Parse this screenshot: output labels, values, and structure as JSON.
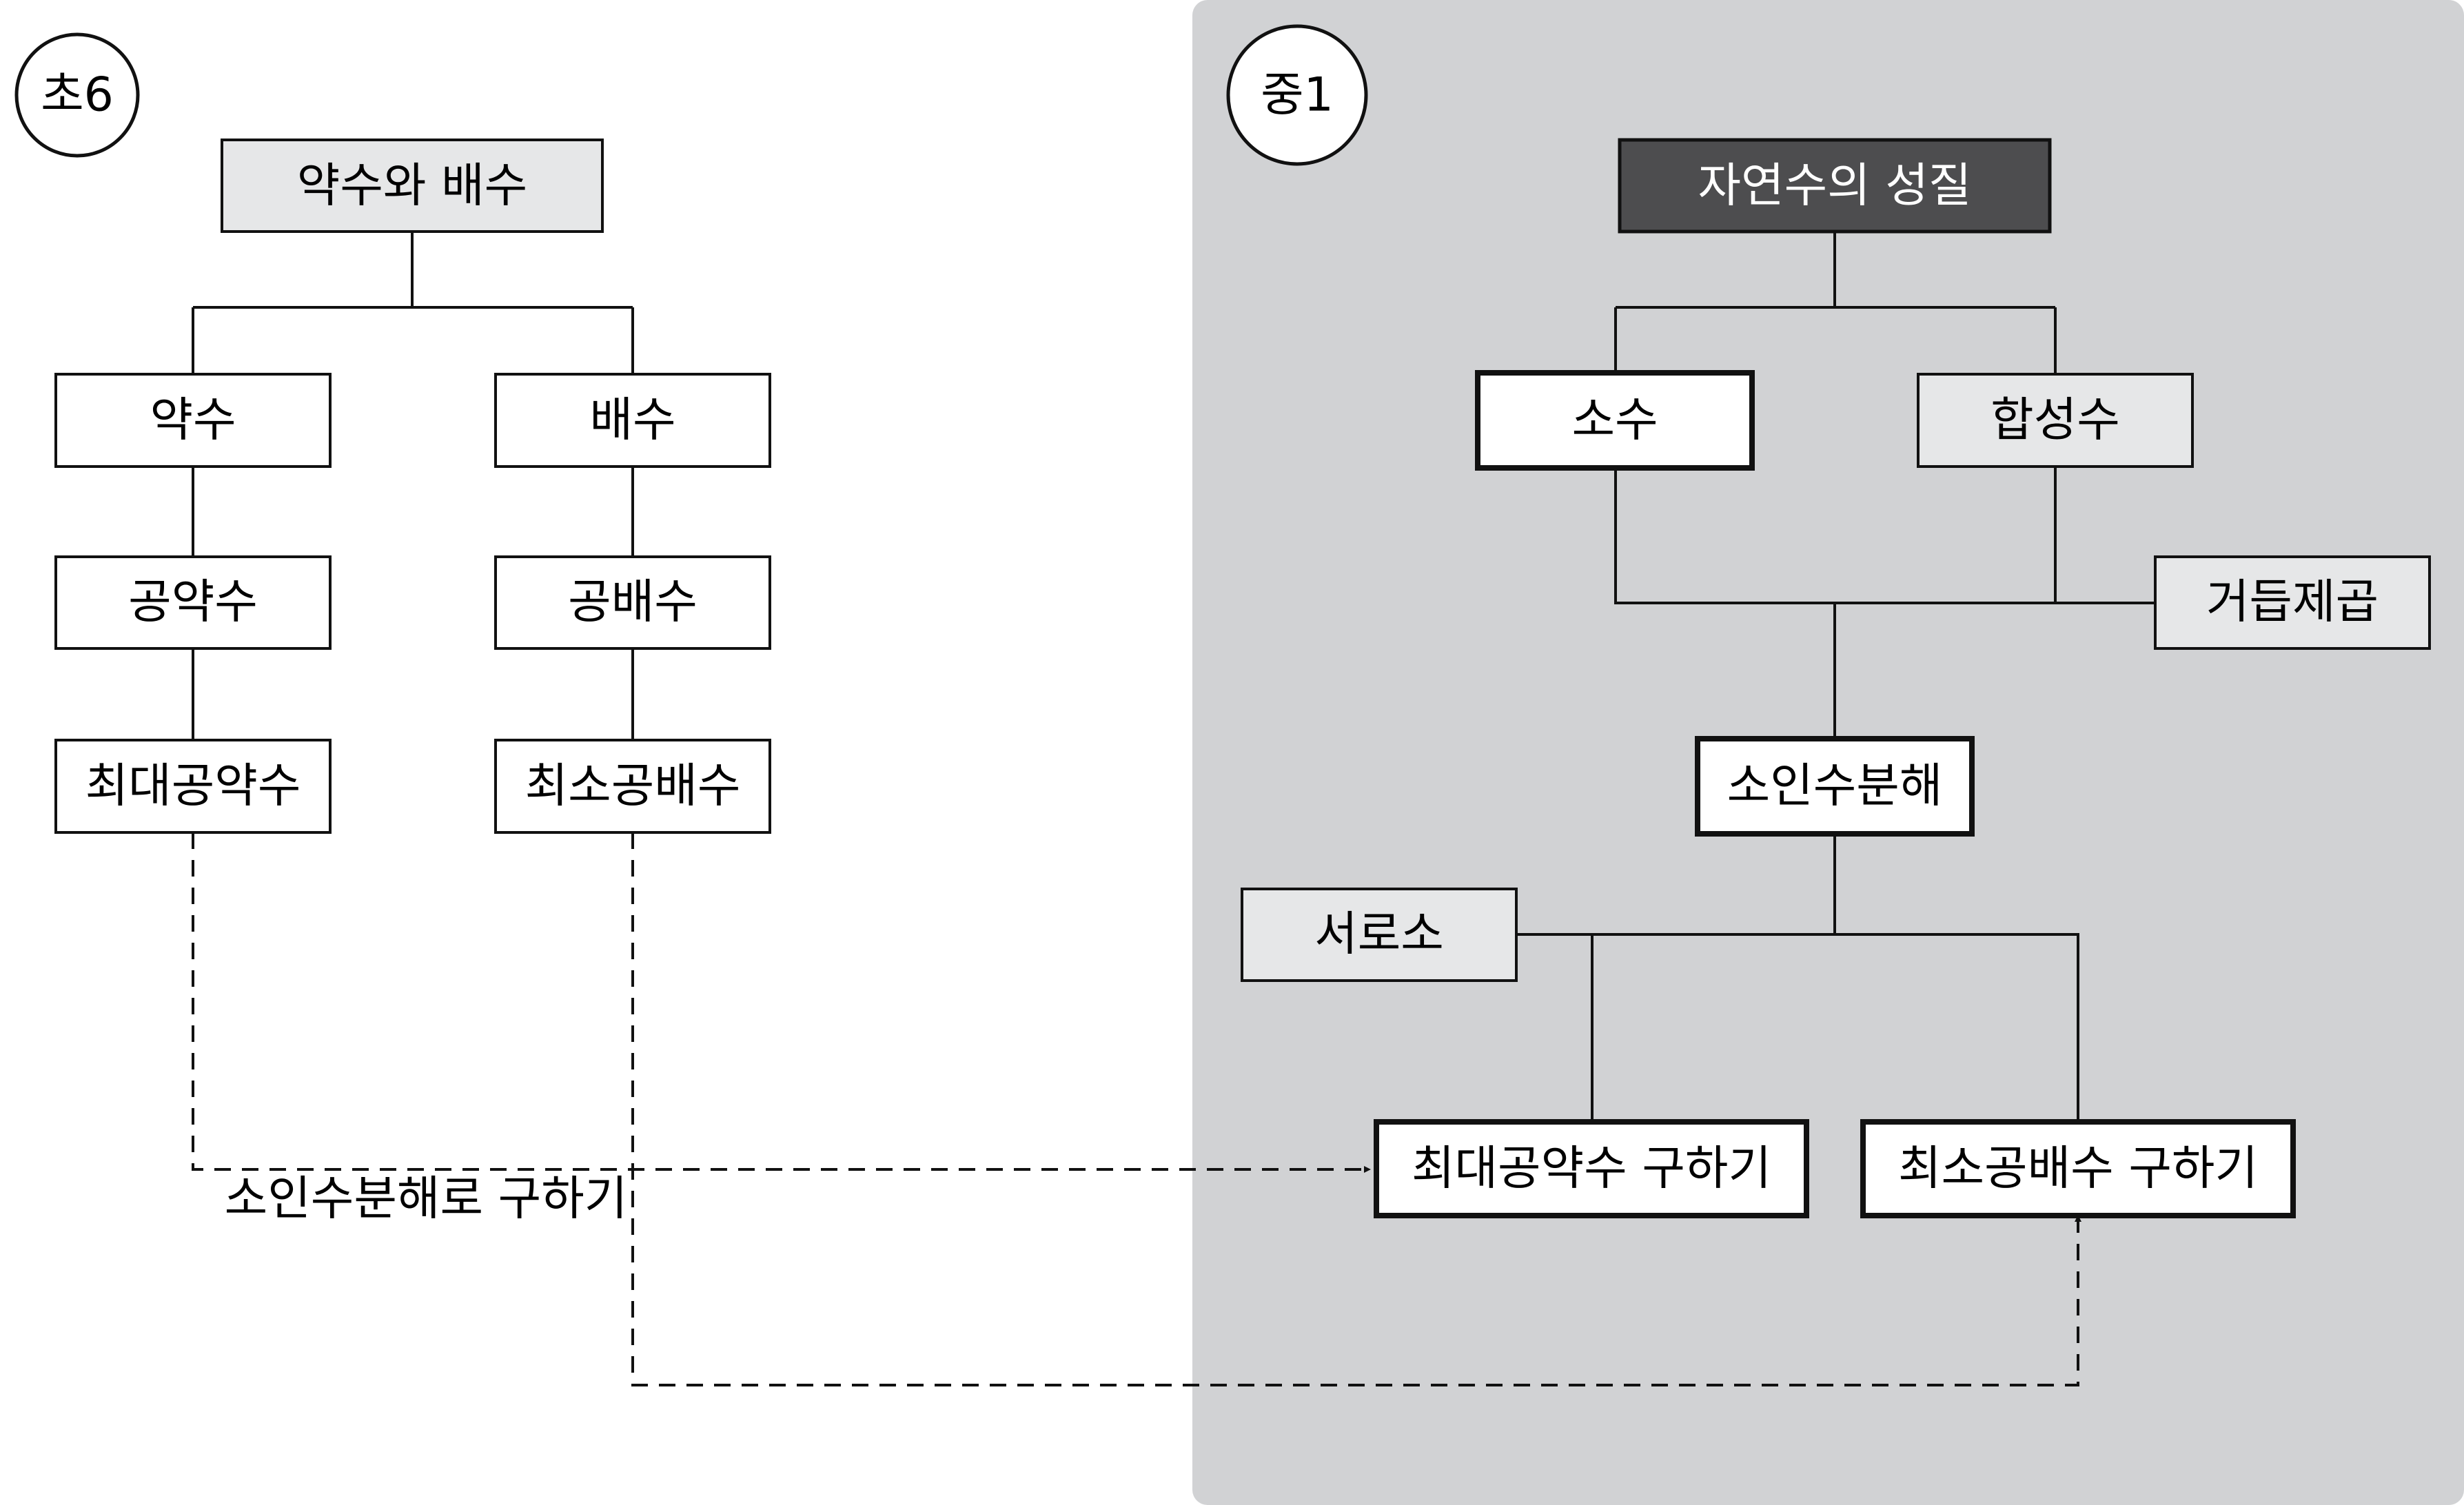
{
  "sections": {
    "left_label": "초6",
    "right_label": "중1"
  },
  "nodes": {
    "divisor_multiple": "약수와 배수",
    "divisor": "약수",
    "multiple": "배수",
    "common_divisor": "공약수",
    "common_multiple": "공배수",
    "gcd": "최대공약수",
    "lcm": "최소공배수",
    "natural_props": "자연수의 성질",
    "prime": "소수",
    "composite": "합성수",
    "power": "거듭제곱",
    "factorization": "소인수분해",
    "coprime": "서로소",
    "gcd_find": "최대공약수 구하기",
    "lcm_find": "최소공배수 구하기"
  },
  "annotations": {
    "by_factorization": "소인수분해로 구하기"
  },
  "colors": {
    "panel_bg": "#d1d2d4",
    "title_dark": "#4d4d4f",
    "title_light": "#e6e7e8",
    "line": "#111111"
  }
}
